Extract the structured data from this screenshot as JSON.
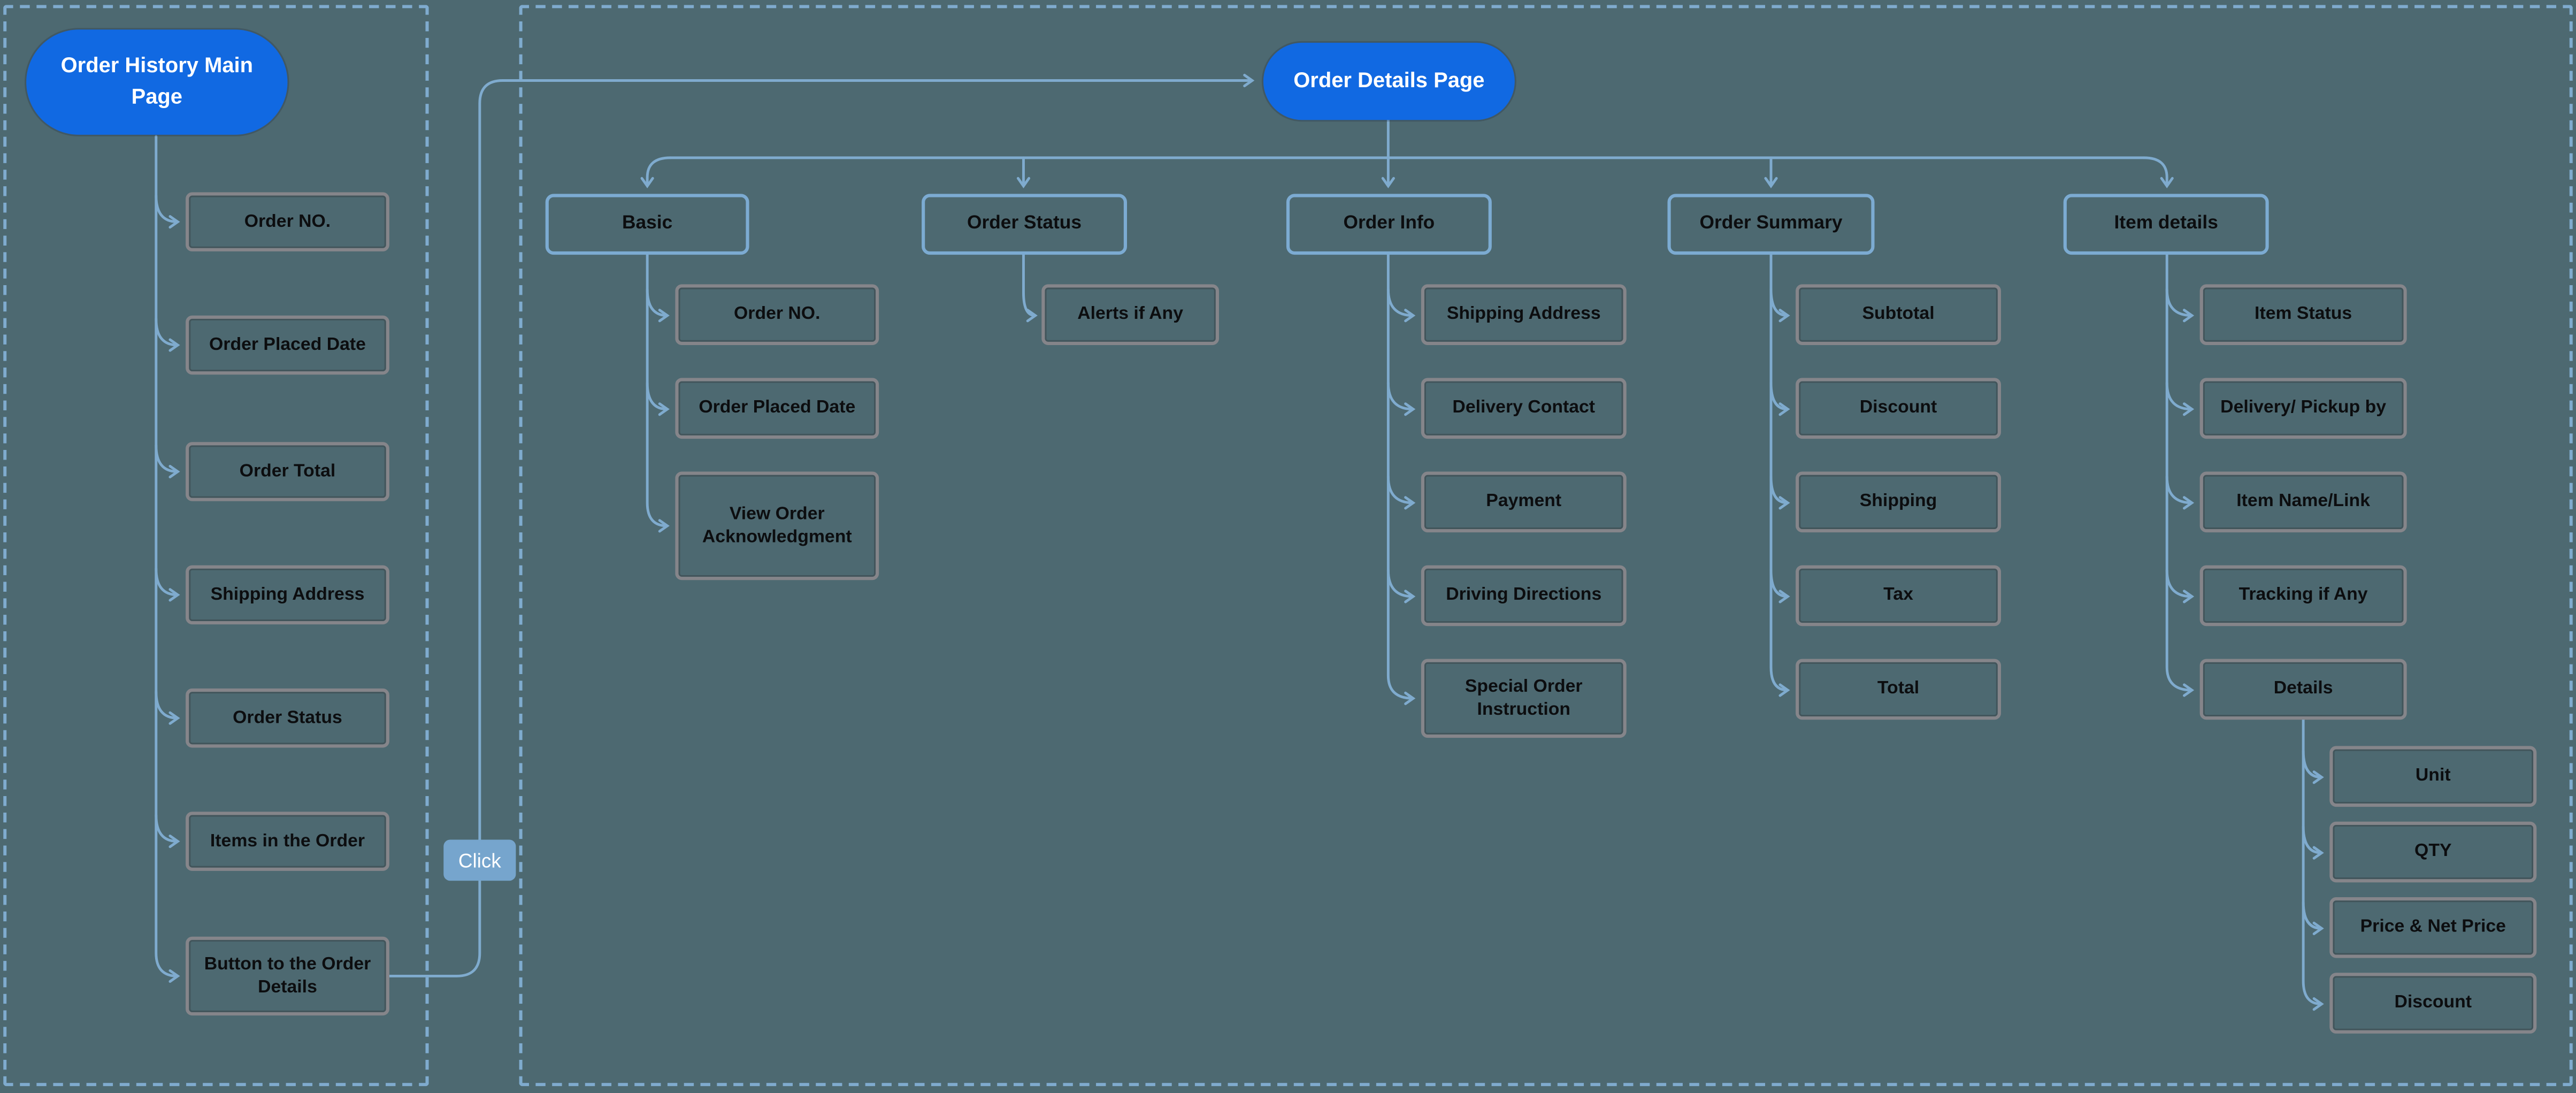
{
  "palette": {
    "background": "#4d6971",
    "connector_blue": "#7fabce",
    "page_pill_blue": "#1169e2",
    "click_badge_blue": "#76a5cd",
    "leaf_border_gray": "#85858a",
    "group_border_blue": "#7cabd2",
    "leaf_text": "#0c0d0f",
    "pill_text": "#ffffff"
  },
  "left_panel": {
    "title": "Order History Main Page",
    "items": [
      "Order NO.",
      "Order Placed Date",
      "Order Total",
      "Shipping Address",
      "Order Status",
      "Items in the Order",
      "Button to the Order Details"
    ],
    "click_label": "Click"
  },
  "right_panel": {
    "title": "Order Details Page",
    "columns": [
      {
        "label": "Basic",
        "children": [
          "Order NO.",
          "Order Placed Date",
          "View Order Acknowledgment"
        ]
      },
      {
        "label": "Order Status",
        "children": [
          "Alerts if Any"
        ]
      },
      {
        "label": "Order Info",
        "children": [
          "Shipping Address",
          "Delivery Contact",
          "Payment",
          "Driving Directions",
          "Special Order Instruction"
        ]
      },
      {
        "label": "Order Summary",
        "children": [
          "Subtotal",
          "Discount",
          "Shipping",
          "Tax",
          "Total"
        ]
      },
      {
        "label": "Item details",
        "children": [
          "Item Status",
          "Delivery/ Pickup by",
          "Item Name/Link",
          "Tracking if Any",
          "Details"
        ],
        "sub_children": [
          "Unit",
          "QTY",
          "Price & Net Price",
          "Discount"
        ]
      }
    ]
  }
}
